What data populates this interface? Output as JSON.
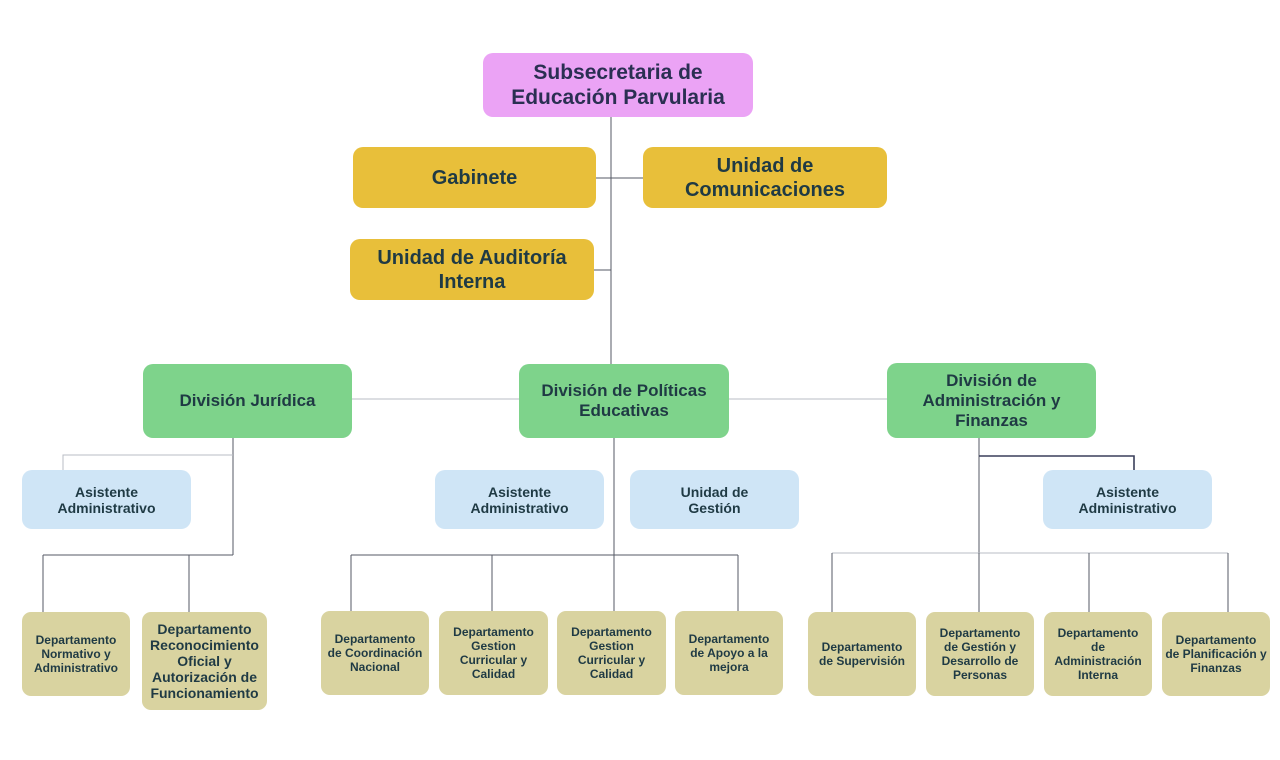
{
  "top": "Subsecretaria de\nEducación Parvularia",
  "staff": {
    "gabinete": "Gabinete",
    "comunicaciones": "Unidad de\nComunicaciones",
    "auditoria": "Unidad de Auditoría\nInterna"
  },
  "divisions": {
    "juridica": {
      "title": "División Jurídica",
      "asistente": "Asistente\nAdministrativo",
      "departments": [
        "Departamento\nNormativo y\nAdministrativo",
        "Departamento\nReconocimiento\nOficial y\nAutorización de\nFuncionamiento"
      ]
    },
    "politicas": {
      "title": "División de Políticas\nEducativas",
      "asistente": "Asistente\nAdministrativo",
      "unidad": "Unidad de\nGestión",
      "departments": [
        "Departamento\nde Coordinación\nNacional",
        "Departamento\nGestion\nCurricular y\nCalidad",
        "Departamento\nGestion\nCurricular y\nCalidad",
        "Departamento\nde Apoyo a la\nmejora"
      ]
    },
    "administracion": {
      "title": "División de\nAdministración y\nFinanzas",
      "asistente": "Asistente\nAdministrativo",
      "departments": [
        "Departamento\nde Supervisión",
        "Departamento\nde Gestión y\nDesarrollo de\nPersonas",
        "Departamento\nde\nAdministración\nInterna",
        "Departamento\nde Planificación y\nFinanzas"
      ]
    }
  }
}
